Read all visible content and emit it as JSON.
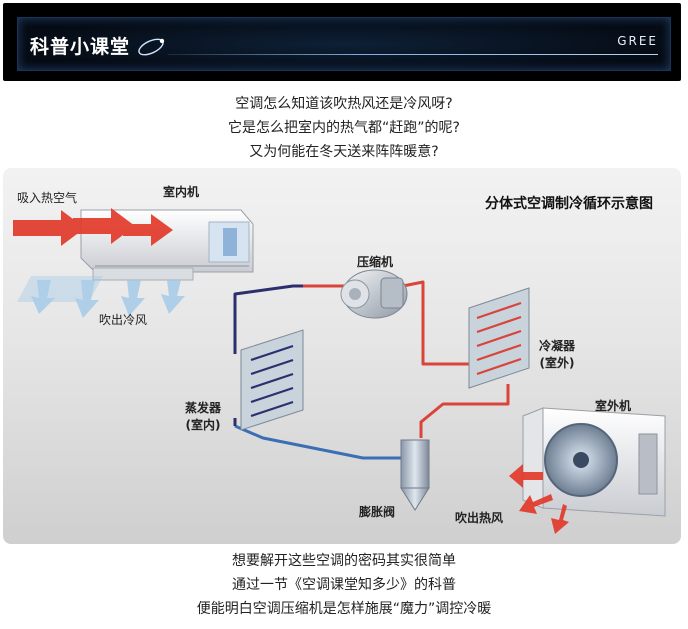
{
  "banner": {
    "title": "科普小课堂",
    "brand": "GREE"
  },
  "intro": [
    "空调怎么知道该吹热风还是冷风呀?",
    "它是怎么把室内的热气都“赶跑”的呢?",
    "又为何能在冬天送来阵阵暖意?"
  ],
  "diagram": {
    "title": "分体式空调制冷循环示意图",
    "intake_label": "吸入热空气",
    "indoor_unit": "室内机",
    "cold_air_label": "吹出冷风",
    "compressor": "压缩机",
    "condenser": "冷凝器",
    "condenser_location": "(室外)",
    "evaporator": "蒸发器",
    "evaporator_location": "(室内)",
    "outdoor_unit": "室外机",
    "expansion_valve": "膨胀阀",
    "hot_air_label": "吹出热风",
    "colors": {
      "hot_pipe": "#d9453a",
      "cold_pipe": "#3a6fb4",
      "dark_pipe": "#2c2f6e",
      "airflow_hot": "#e23a2a",
      "airflow_cold": "#9cc6e8"
    }
  },
  "outro": [
    "想要解开这些空调的密码其实很简单",
    "通过一节《空调课堂知多少》的科普",
    "便能明白空调压缩机是怎样施展“魔力”调控冷暖"
  ]
}
